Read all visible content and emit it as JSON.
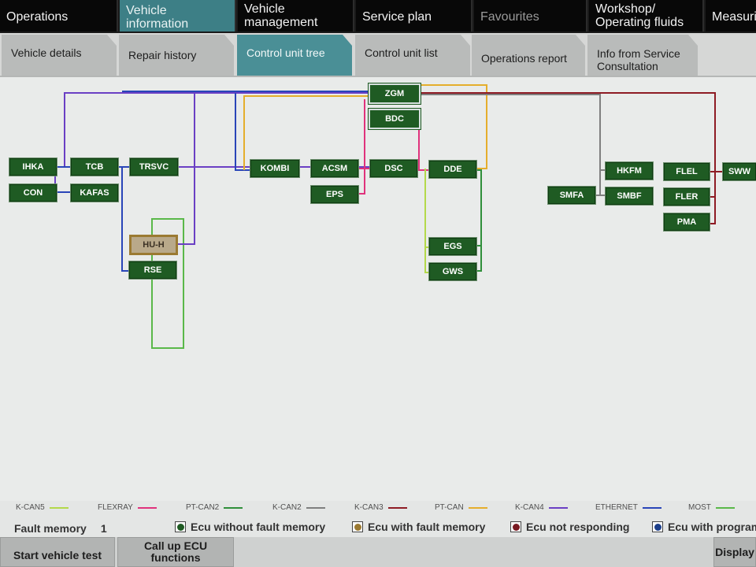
{
  "top_tabs": [
    {
      "label": "Operations"
    },
    {
      "label": "Vehicle information"
    },
    {
      "label": "Vehicle management"
    },
    {
      "label": "Service plan"
    },
    {
      "label": "Favourites"
    },
    {
      "label": "Workshop/ Operating fluids"
    },
    {
      "label": "Measuring"
    }
  ],
  "sub_tabs": [
    {
      "label": "Vehicle details"
    },
    {
      "label": "Repair history"
    },
    {
      "label": "Control unit tree"
    },
    {
      "label": "Control unit list"
    },
    {
      "label": "Operations report"
    },
    {
      "label": "Info from Service Consultation"
    }
  ],
  "ecus": {
    "zgm": "ZGM",
    "bdc": "BDC",
    "ihka": "IHKA",
    "con": "CON",
    "tcb": "TCB",
    "kafas": "KAFAS",
    "trsvc": "TRSVC",
    "huh": "HU-H",
    "rse": "RSE",
    "kombi": "KOMBI",
    "acsm": "ACSM",
    "eps": "EPS",
    "dsc": "DSC",
    "dde": "DDE",
    "egs": "EGS",
    "gws": "GWS",
    "smfa": "SMFA",
    "hkfm": "HKFM",
    "smbf": "SMBF",
    "flel": "FLEL",
    "fler": "FLER",
    "pma": "PMA",
    "sww": "SWW"
  },
  "bus_legend": [
    {
      "label": "K-CAN5",
      "color": "#b3d94a"
    },
    {
      "label": "FLEXRAY",
      "color": "#e0327c"
    },
    {
      "label": "PT-CAN2",
      "color": "#2f8f3a"
    },
    {
      "label": "K-CAN2",
      "color": "#7f7f7f"
    },
    {
      "label": "K-CAN3",
      "color": "#8e1b24"
    },
    {
      "label": "PT-CAN",
      "color": "#e5ae2c"
    },
    {
      "label": "K-CAN4",
      "color": "#6a3fc4"
    },
    {
      "label": "ETHERNET",
      "color": "#2945b8"
    },
    {
      "label": "MOST",
      "color": "#5ab849"
    }
  ],
  "fault_memory": {
    "label": "Fault memory",
    "count": "1"
  },
  "status_legend": [
    {
      "label": "Ecu without fault memory",
      "color": "#1f5b23"
    },
    {
      "label": "Ecu with fault memory",
      "color": "#9b7a32"
    },
    {
      "label": "Ecu not responding",
      "color": "#7a1a22"
    },
    {
      "label": "Ecu with programming",
      "color": "#1d3f8a"
    }
  ],
  "bottom_buttons": [
    {
      "label": "Start vehicle test"
    },
    {
      "label": "Call up ECU functions"
    },
    {
      "label": "Display"
    }
  ]
}
